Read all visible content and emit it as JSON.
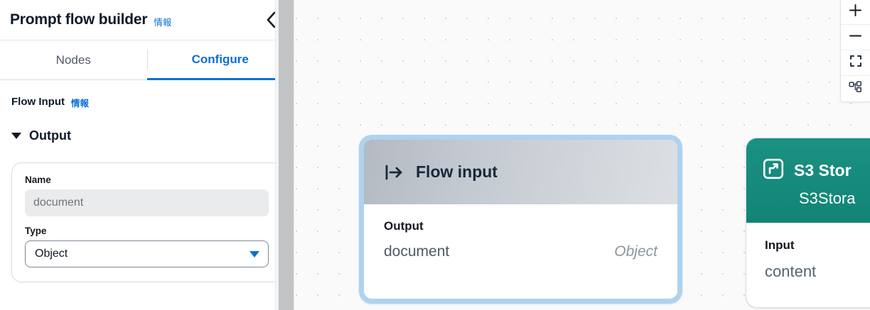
{
  "sidebar": {
    "header": {
      "title": "Prompt flow builder",
      "info_label": "情報",
      "collapse_icon": "chevron-left-icon"
    },
    "tabs": [
      {
        "label": "Nodes",
        "active": false
      },
      {
        "label": "Configure",
        "active": true
      }
    ],
    "section": {
      "title": "Flow Input",
      "info_label": "情報"
    },
    "group": {
      "label": "Output",
      "expanded": true,
      "caret_icon": "caret-down-icon"
    },
    "form": {
      "name_label": "Name",
      "name_value": "document",
      "name_placeholder": "document",
      "type_label": "Type",
      "type_value": "Object",
      "type_caret_icon": "caret-down-icon"
    }
  },
  "canvas": {
    "nodes": [
      {
        "id": "flow-input",
        "icon": "flow-input-arrow-icon",
        "title": "Flow input",
        "selected": true,
        "io_label": "Output",
        "io_name": "document",
        "io_type": "Object"
      },
      {
        "id": "s3-storage",
        "icon": "s3-upload-icon",
        "title": "S3 Stor",
        "subtitle": "S3Stora",
        "selected": false,
        "io_label": "Input",
        "io_name": "content"
      }
    ],
    "ports": [
      {
        "name": "flow-input-output-port",
        "type": "output"
      },
      {
        "name": "s3-storage-input-port",
        "type": "input"
      }
    ],
    "toolbar": [
      {
        "name": "zoom-in-button",
        "icon": "plus-icon"
      },
      {
        "name": "zoom-out-button",
        "icon": "minus-icon"
      },
      {
        "name": "fit-to-screen-button",
        "icon": "fit-screen-icon"
      },
      {
        "name": "auto-layout-button",
        "icon": "hierarchy-icon"
      }
    ]
  },
  "colors": {
    "accent_blue": "#0972d3",
    "link_blue": "#0b6fd4",
    "node_green": "#17887a",
    "selected_border": "#aed2f0",
    "port_blue": "#0b72d4"
  }
}
